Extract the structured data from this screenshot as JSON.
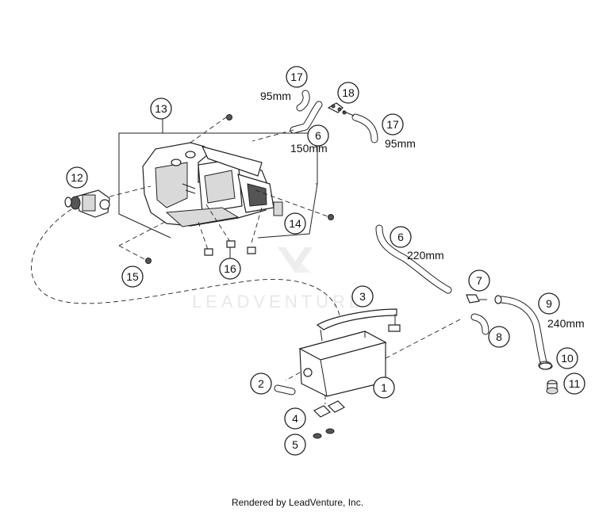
{
  "watermark": "LEADVENTURE",
  "footer": "Rendered by LeadVenture, Inc.",
  "callouts": [
    {
      "label": "1"
    },
    {
      "label": "2"
    },
    {
      "label": "3"
    },
    {
      "label": "4"
    },
    {
      "label": "5"
    },
    {
      "label": "6"
    },
    {
      "label": "6"
    },
    {
      "label": "7"
    },
    {
      "label": "8"
    },
    {
      "label": "9"
    },
    {
      "label": "10"
    },
    {
      "label": "11"
    },
    {
      "label": "12"
    },
    {
      "label": "13"
    },
    {
      "label": "14"
    },
    {
      "label": "15"
    },
    {
      "label": "16"
    },
    {
      "label": "17"
    },
    {
      "label": "17"
    },
    {
      "label": "18"
    }
  ],
  "dimensions": {
    "hose_17_top": "95mm",
    "hose_17_right": "95mm",
    "hose_6_upper": "150mm",
    "hose_6_lower": "220mm",
    "hose_9": "240mm"
  }
}
